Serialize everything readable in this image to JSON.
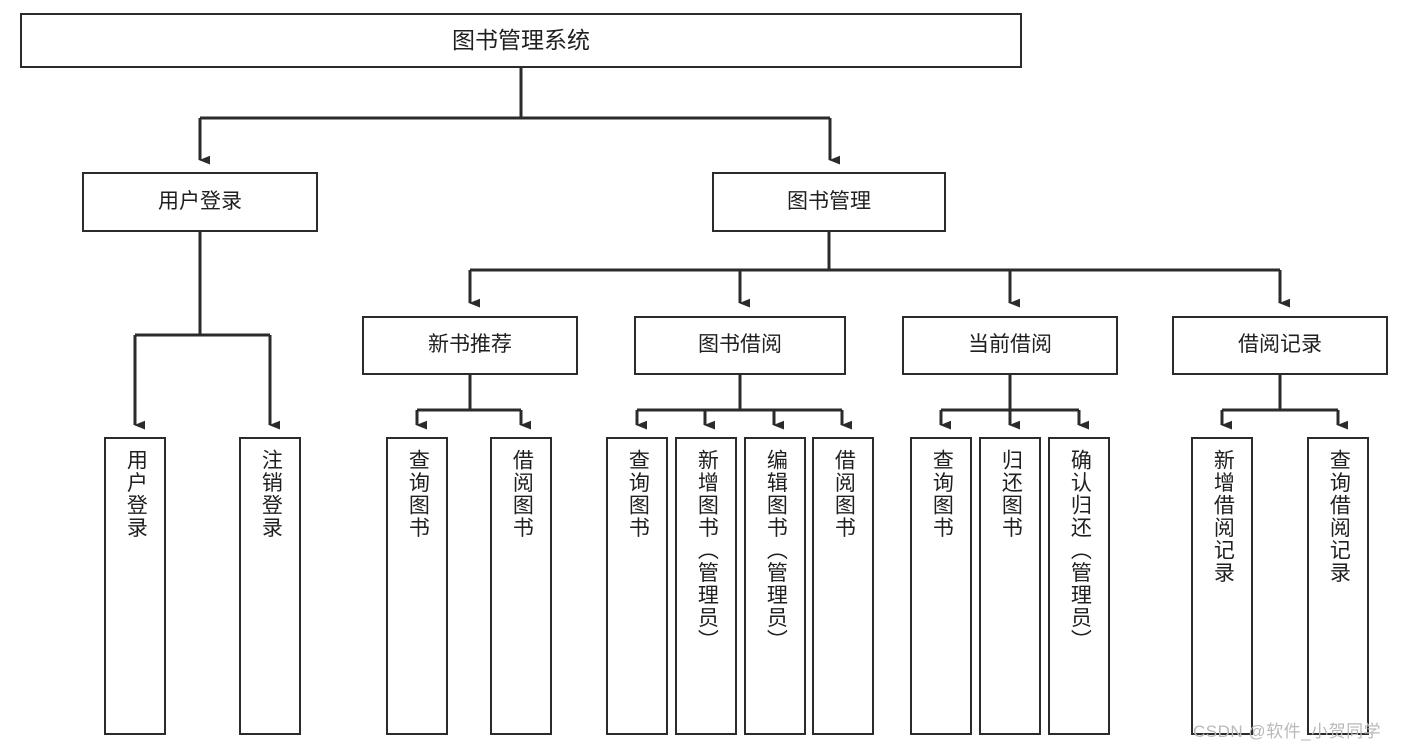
{
  "diagram": {
    "title": "图书管理系统",
    "type": "tree-hierarchy-chart",
    "orientation": "top-down",
    "colors": {
      "node_border": "#2b2b2b",
      "node_fill": "#ffffff",
      "connector": "#2b2b2b",
      "text": "#1f1f1f",
      "watermark": "#b9b9b9",
      "background": "#ffffff"
    }
  },
  "nodes": {
    "root": {
      "label": "图书管理系统"
    },
    "level1": [
      {
        "label": "用户登录"
      },
      {
        "label": "图书管理"
      }
    ],
    "level2": [
      {
        "label": "新书推荐"
      },
      {
        "label": "图书借阅"
      },
      {
        "label": "当前借阅"
      },
      {
        "label": "借阅记录"
      }
    ],
    "leaves": {
      "user_login": [
        {
          "label": "用户登录"
        },
        {
          "label": "注销登录"
        }
      ],
      "new_book_recommend": [
        {
          "label": "查询图书"
        },
        {
          "label": "借阅图书"
        }
      ],
      "book_borrow": [
        {
          "label": "查询图书"
        },
        {
          "label": "新增图书（管理员）"
        },
        {
          "label": "编辑图书（管理员）"
        },
        {
          "label": "借阅图书"
        }
      ],
      "current_borrow": [
        {
          "label": "查询图书"
        },
        {
          "label": "归还图书"
        },
        {
          "label": "确认归还（管理员）"
        }
      ],
      "borrow_record": [
        {
          "label": "新增借阅记录"
        },
        {
          "label": "查询借阅记录"
        }
      ]
    }
  },
  "watermark": {
    "text": "CSDN @软件_小贺同学"
  }
}
